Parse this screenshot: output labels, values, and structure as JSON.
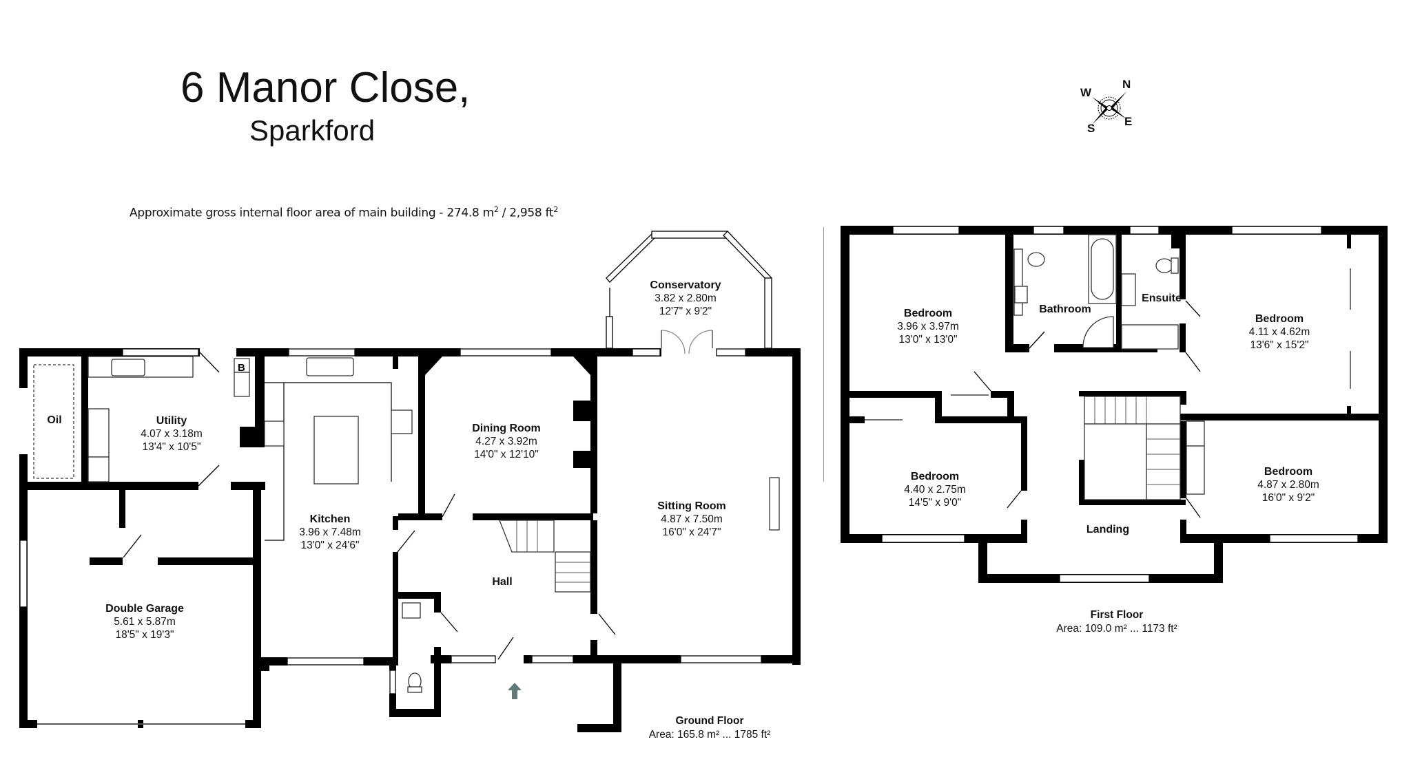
{
  "header": {
    "title": "6 Manor Close,",
    "subtitle": "Sparkford",
    "area_note_prefix": "Approximate gross internal floor area of main building  -  274.8 m",
    "area_note_mid": " /  2,958 ft",
    "area_sup": "2"
  },
  "compass": {
    "n": "N",
    "e": "E",
    "s": "S",
    "w": "W"
  },
  "ground_floor": {
    "label": "Ground Floor",
    "area": "Area: 165.8 m² ... 1785 ft²",
    "rooms": {
      "oil": {
        "name": "Oil"
      },
      "boiler": {
        "name": "B"
      },
      "utility": {
        "name": "Utility",
        "metric": "4.07 x 3.18m",
        "imperial": "13'4\" x 10'5\""
      },
      "kitchen": {
        "name": "Kitchen",
        "metric": "3.96 x 7.48m",
        "imperial": "13'0\" x 24'6\""
      },
      "dining": {
        "name": "Dining Room",
        "metric": "4.27 x 3.92m",
        "imperial": "14'0\" x 12'10\""
      },
      "conservatory": {
        "name": "Conservatory",
        "metric": "3.82 x 2.80m",
        "imperial": "12'7\" x 9'2\""
      },
      "sitting": {
        "name": "Sitting Room",
        "metric": "4.87 x 7.50m",
        "imperial": "16'0\" x 24'7\""
      },
      "hall": {
        "name": "Hall"
      },
      "garage": {
        "name": "Double Garage",
        "metric": "5.61 x 5.87m",
        "imperial": "18'5\" x 19'3\""
      }
    }
  },
  "first_floor": {
    "label": "First Floor",
    "area": "Area: 109.0 m² ... 1173 ft²",
    "rooms": {
      "bed1": {
        "name": "Bedroom",
        "metric": "3.96 x 3.97m",
        "imperial": "13'0\" x 13'0\""
      },
      "bathroom": {
        "name": "Bathroom"
      },
      "ensuite": {
        "name": "Ensuite"
      },
      "bed2": {
        "name": "Bedroom",
        "metric": "4.11 x 4.62m",
        "imperial": "13'6\" x 15'2\""
      },
      "bed3": {
        "name": "Bedroom",
        "metric": "4.40 x 2.75m",
        "imperial": "14'5\" x 9'0\""
      },
      "bed4": {
        "name": "Bedroom",
        "metric": "4.87 x 2.80m",
        "imperial": "16'0\" x 9'2\""
      },
      "landing": {
        "name": "Landing"
      }
    }
  },
  "colors": {
    "wall": "#000000",
    "entrance_arrow": "#5f7a78",
    "background": "#ffffff"
  }
}
